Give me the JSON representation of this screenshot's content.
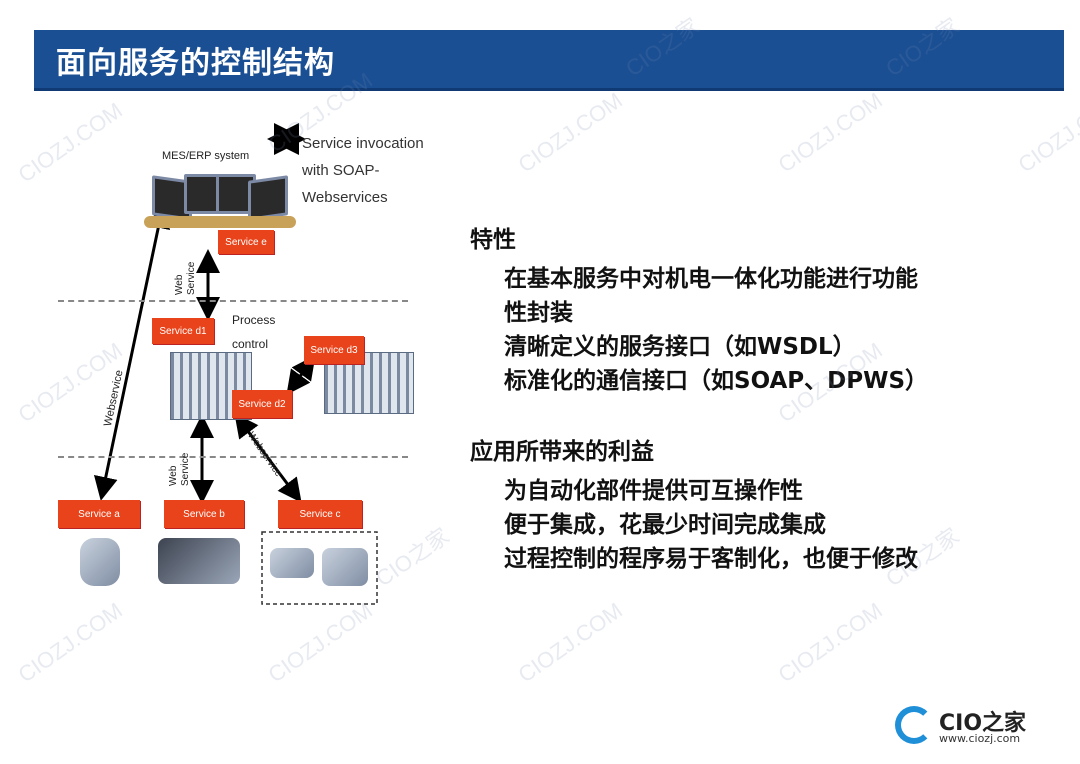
{
  "title": "面向服务的控制结构",
  "diagram": {
    "legend_text_1": "Service invocation",
    "legend_text_2": "with SOAP-",
    "legend_text_3": "Webservices",
    "mes_label": "MES/ERP system",
    "process_control_1": "Process",
    "process_control_2": "control",
    "web_service_top_1": "Web",
    "web_service_top_2": "Service",
    "web_service_mid_1": "Web",
    "web_service_mid_2": "Service",
    "webservice_left": "Webservice",
    "webservice_right": "Webservice",
    "service_e": "Service e",
    "service_d1": "Service d1",
    "service_d2": "Service d2",
    "service_d3": "Service d3",
    "service_a": "Service a",
    "service_b": "Service b",
    "service_c": "Service c"
  },
  "features": {
    "heading": "特性",
    "items": [
      "在基本服务中对机电一体化功能进行功能",
      "性封装",
      "清晰定义的服务接口（如WSDL）",
      "标准化的通信接口（如SOAP、DPWS）"
    ]
  },
  "benefits": {
    "heading": "应用所带来的利益",
    "items": [
      "为自动化部件提供可互操作性",
      "便于集成，花最少时间完成集成",
      "过程控制的程序易于客制化，也便于修改"
    ]
  },
  "logo": {
    "name": "CIO之家",
    "url": "www.ciozj.com"
  },
  "watermark": {
    "text_a": "CIOZJ.COM",
    "text_b": "CIO之家"
  },
  "colors": {
    "title_bar": "#1a4f94",
    "service_box": "#e8431a",
    "logo_accent": "#1f8fd8"
  }
}
